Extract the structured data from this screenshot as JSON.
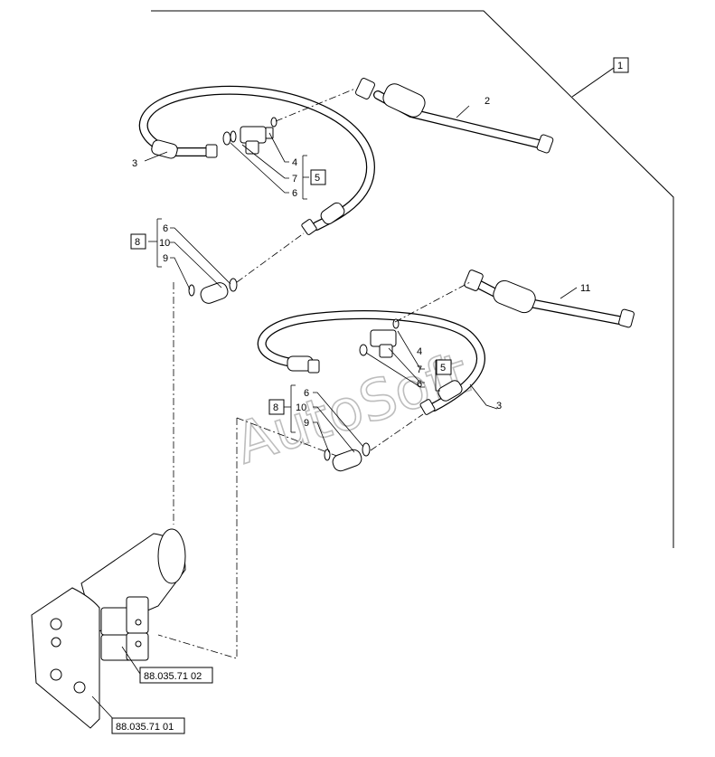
{
  "callouts": {
    "c1": "1",
    "c2": "2",
    "c3a": "3",
    "c3b": "3",
    "c4a": "4",
    "c7a": "7",
    "c6a": "6",
    "c5a": "5",
    "c8a": "8",
    "c6b": "6",
    "c10a": "10",
    "c9a": "9",
    "c11": "11",
    "c4b": "4",
    "c7b": "7",
    "c6c": "6",
    "c5b": "5",
    "c8b": "8",
    "c6d": "6",
    "c10b": "10",
    "c9b": "9"
  },
  "references": {
    "ref_upper": "88.035.71 02",
    "ref_lower": "88.035.71 01"
  },
  "watermark": "AutoSoft",
  "colors": {
    "line": "#000000",
    "hose": "#ffffff",
    "watermark": "#bdbdbd"
  }
}
